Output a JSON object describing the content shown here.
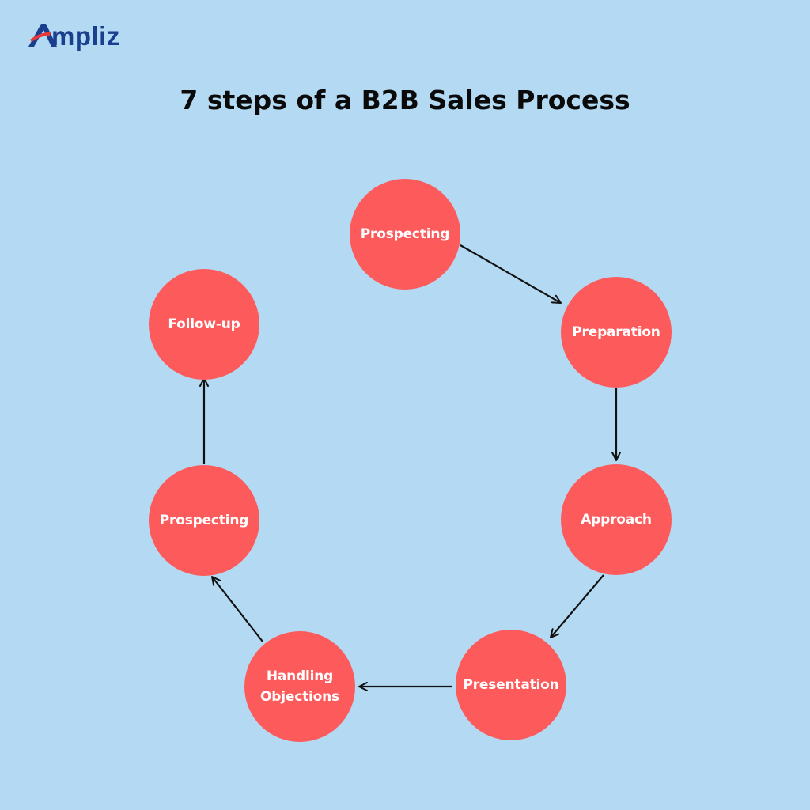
{
  "brand": {
    "name": "Ampliz",
    "logo_text": "mpliz",
    "color": "#1a3f8f",
    "mark_color": "#e63a3a"
  },
  "title": "7 steps of a B2B Sales Process",
  "colors": {
    "background": "#b4daf3",
    "node": "#fd5a5b",
    "node_text": "#ffffff",
    "arrow": "#111111"
  },
  "steps": [
    {
      "label": "Prospecting"
    },
    {
      "label": "Preparation"
    },
    {
      "label": "Approach"
    },
    {
      "label": "Presentation"
    },
    {
      "label": "Handling\nObjections"
    },
    {
      "label": "Prospecting"
    },
    {
      "label": "Follow-up"
    }
  ],
  "flow": [
    {
      "from": 0,
      "to": 1
    },
    {
      "from": 1,
      "to": 2
    },
    {
      "from": 2,
      "to": 3
    },
    {
      "from": 3,
      "to": 4
    },
    {
      "from": 4,
      "to": 5
    },
    {
      "from": 5,
      "to": 6
    }
  ]
}
